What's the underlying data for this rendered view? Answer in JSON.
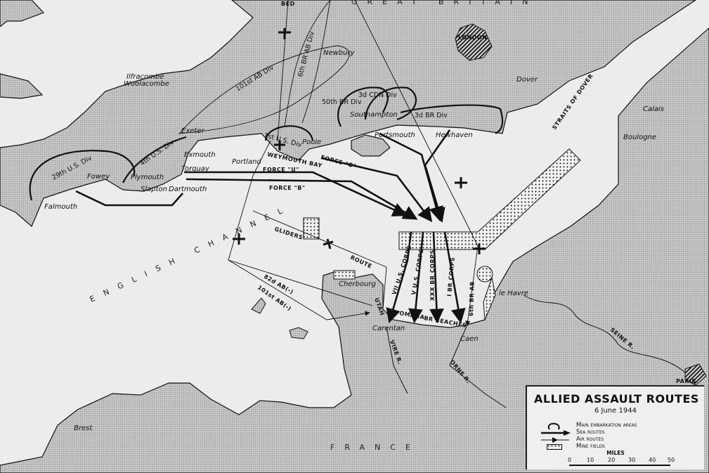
{
  "map": {
    "title": "ALLIED ASSAULT ROUTES",
    "date": "6 June 1944",
    "colors": {
      "land": "#b4b4b4",
      "sea": "#ececec",
      "routes": "#111111",
      "frame": "#3a3a3a"
    },
    "regions": {
      "great_britain": "GREAT BRITAIN",
      "english_channel": "ENGLISH CHANNEL",
      "straits": "STRAITS OF DOVER",
      "france": "FRANCE"
    },
    "places": {
      "bed": "BED",
      "london": "LONDON",
      "newbury": "Newbury",
      "ilfracombe": "Ilfracombe",
      "woolacombe": "Woolacombe",
      "exeter": "Exeter",
      "exmouth": "Exmouth",
      "torquay": "Torquay",
      "plymouth": "Plymouth",
      "fowey": "Fowey",
      "falmouth": "Falmouth",
      "slapton": "Slapton",
      "dartmouth": "Dartmouth",
      "portland": "Portland",
      "weymouth_bay": "WEYMOUTH BAY",
      "poole": "Poole",
      "southampton": "Southampton",
      "portsmouth": "Portsmouth",
      "hewhaven": "Hewhaven",
      "dover": "Dover",
      "calais": "Calais",
      "boulogne": "Boulogne",
      "le_havre": "le Havre",
      "cherbourg": "Cherbourg",
      "carentan": "Carentan",
      "caen": "Caen",
      "brest": "Brest",
      "paris": "PARIS",
      "vire": "VIRE R.",
      "orne": "ORNE R.",
      "seine": "SEINE R.",
      "utah": "UTAH",
      "omaha": "OMAHA",
      "br_beaches": "BR BEACHES"
    },
    "units": {
      "div29": "29th U.S. Div",
      "div4": "4th U.S. Div",
      "ab101": "101st AB Div",
      "ab6": "6th BR AB Div",
      "div1": "1st U.S. Div",
      "div50": "50th BR Div",
      "cdn3": "3d CDN Div",
      "br3": "3d BR Div",
      "force_o": "FORCE \"O\"",
      "force_u": "FORCE \"U\"",
      "force_b": "FORCE \"B\"",
      "gliders": "GLIDERS'",
      "route": "ROUTE",
      "ab82": "82d AB(-)",
      "ab101r": "101st AB(-)",
      "vii": "VII U.S. CORPS",
      "v": "V U.S. CORPS",
      "xxx": "XXX BR CORPS",
      "i": "I BR CORPS",
      "br6ab": "6th BR AB"
    },
    "legend": {
      "items": [
        {
          "icon": "embarkation-arc-icon",
          "label": "Main embarkation areas"
        },
        {
          "icon": "sea-route-arrow-icon",
          "label": "Sea routes"
        },
        {
          "icon": "air-route-arrow-icon",
          "label": "Air routes"
        },
        {
          "icon": "mine-field-icon",
          "label": "Mine fields"
        }
      ],
      "scale_label": "MILES",
      "scale_ticks": [
        "0",
        "10",
        "20",
        "30",
        "40",
        "50"
      ]
    }
  }
}
